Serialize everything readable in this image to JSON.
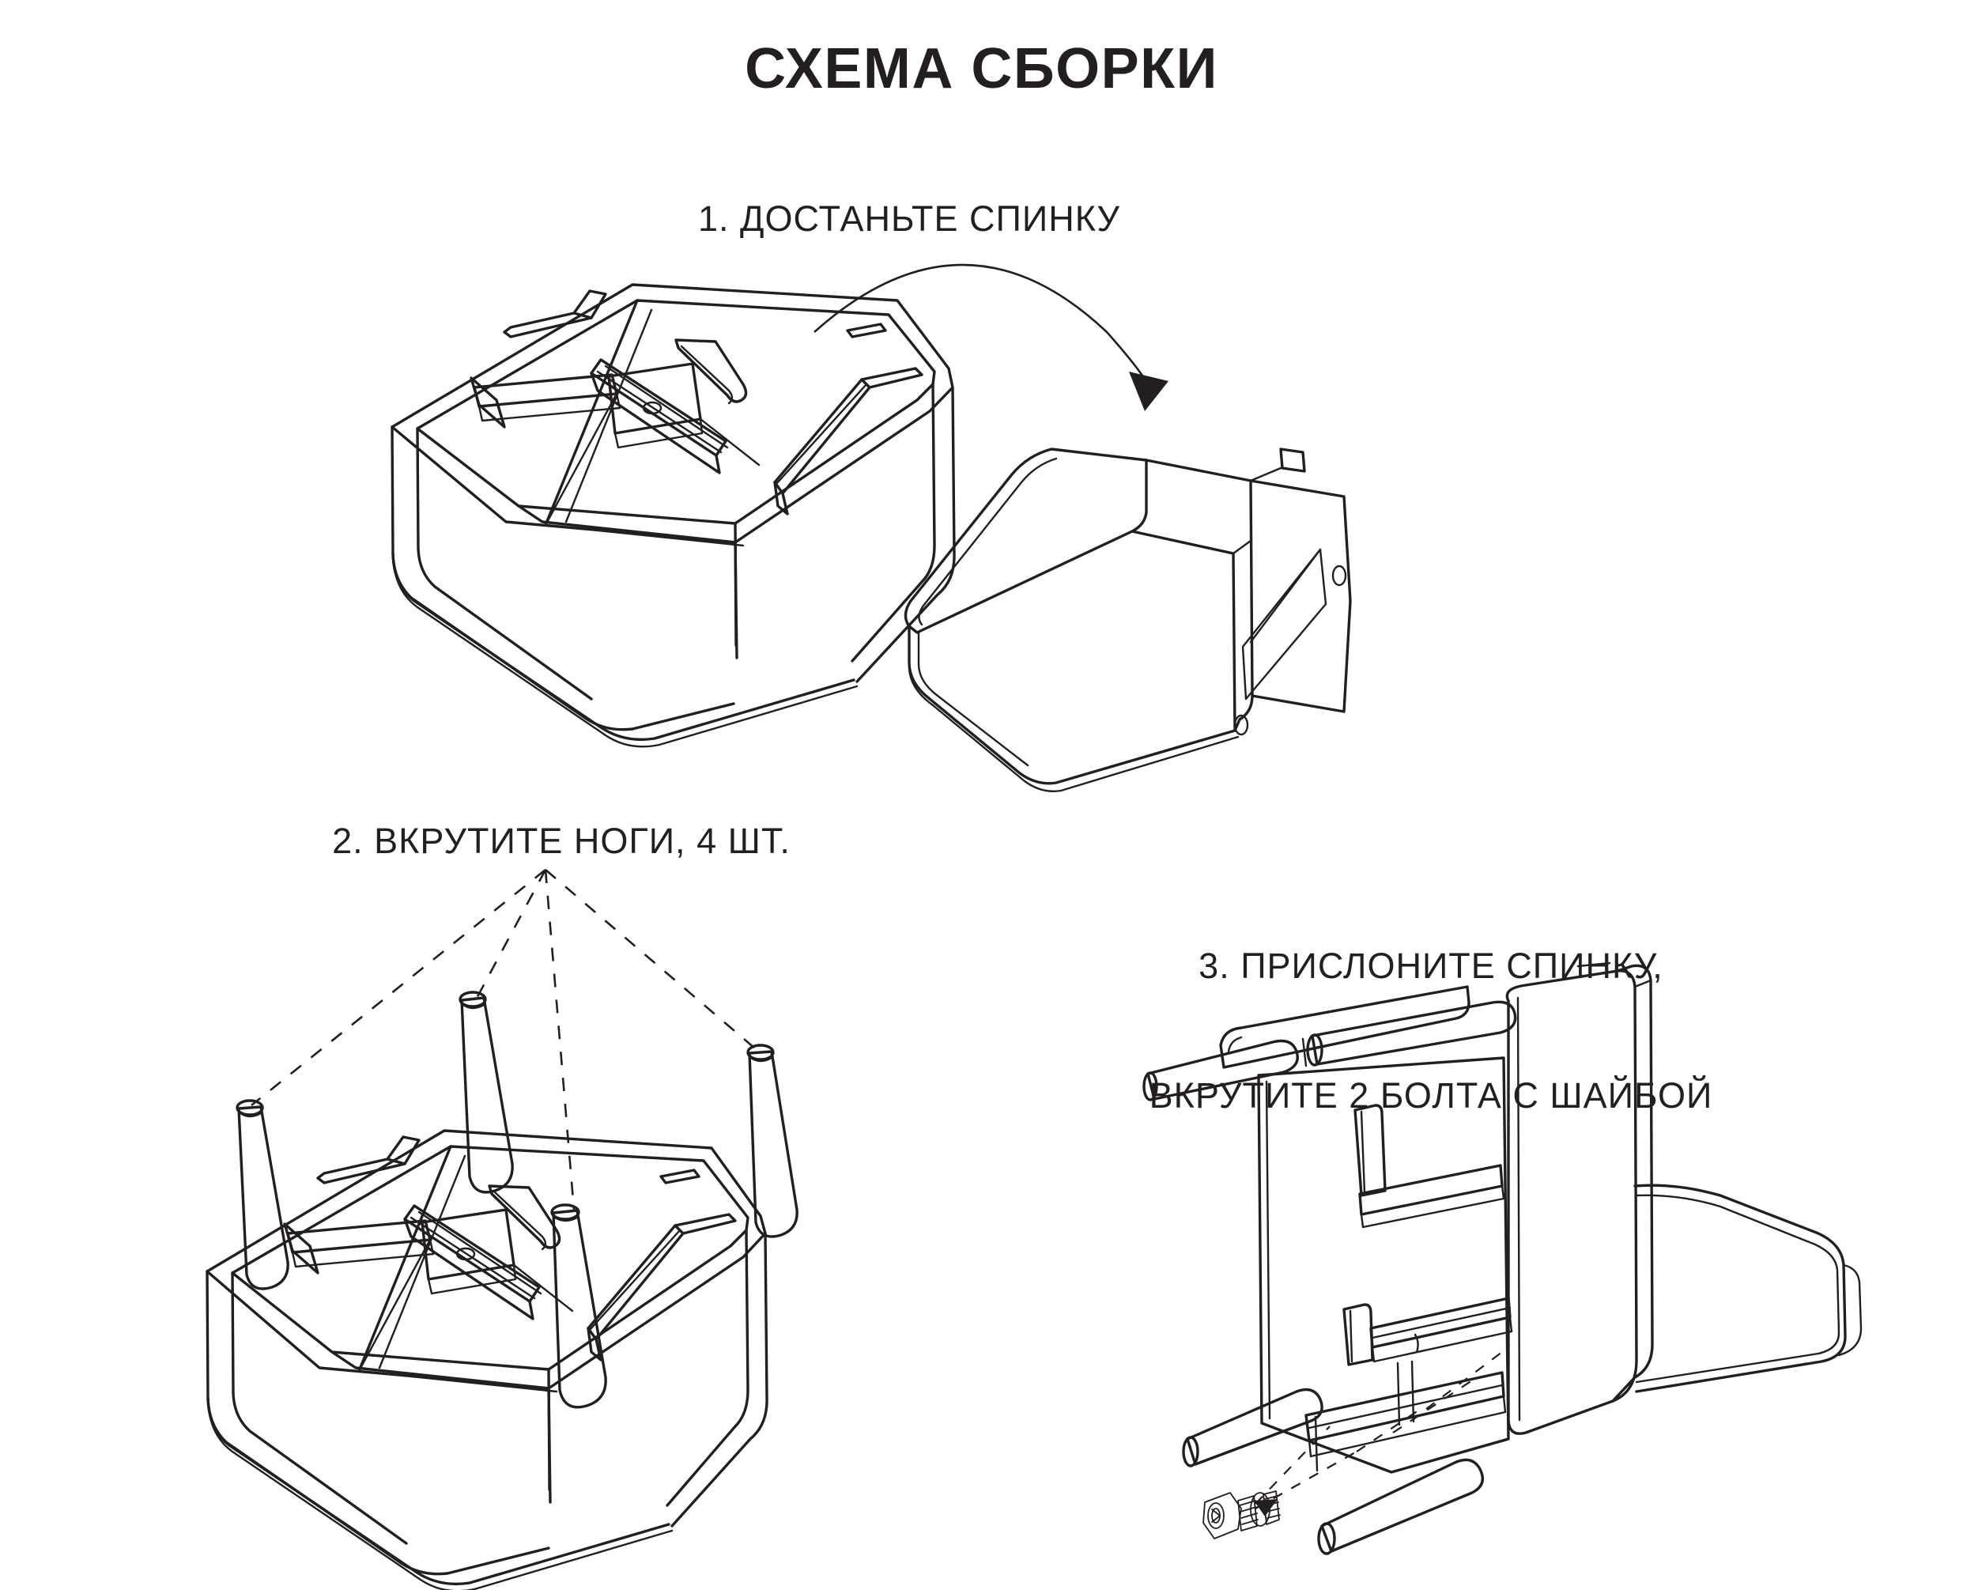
{
  "document": {
    "title": "СХЕМА СБОРКИ",
    "background_color": "#ffffff",
    "ink_color": "#231f20",
    "language": "ru",
    "kind": "furniture-assembly-instruction-sheet"
  },
  "steps": [
    {
      "number": "1",
      "label": "1. ДОСТАНЬТЕ СПИНКУ",
      "label_plain": "ДОСТАНЬТЕ СПИНКУ",
      "parts_shown": [
        "seat-base-with-internal-frame",
        "backrest-cushion-panel"
      ],
      "annotation": "curved-arrow-from-seat-base-to-backrest"
    },
    {
      "number": "2",
      "label": "2. ВКРУТИТЕ НОГИ, 4 ШТ.",
      "label_plain": "ВКРУТИТЕ НОГИ, 4 ШТ.",
      "quantity": "4 ШТ.",
      "parts_shown": [
        "seat-base-upside-down",
        "tapered-leg-x4"
      ],
      "annotation": "four-dashed-leader-lines-converging-to-label"
    },
    {
      "number": "3",
      "label_line1": "3. ПРИСЛОНИТЕ СПИНКУ,",
      "label_line2": "ВКРУТИТЕ 2 БОЛТА С ШАЙБОЙ",
      "label_plain": "3. ПРИСЛОНИТЕ СПИНКУ, ВКРУТИТЕ 2 БОЛТА С ШАЙБОЙ",
      "quantity": "2",
      "parts_shown": [
        "seat-on-side-with-legs",
        "backrest-mounted-upright",
        "bolt-with-washer"
      ],
      "annotation": "two-dashed-leader-lines-from-bolt-to-bolt-holes"
    }
  ],
  "icons": {
    "arrow": "curved-arrow-icon",
    "bolt": "bolt-with-washer-icon",
    "leg": "tapered-leg-icon",
    "bolt_hole": "bolt-hole-icon"
  }
}
